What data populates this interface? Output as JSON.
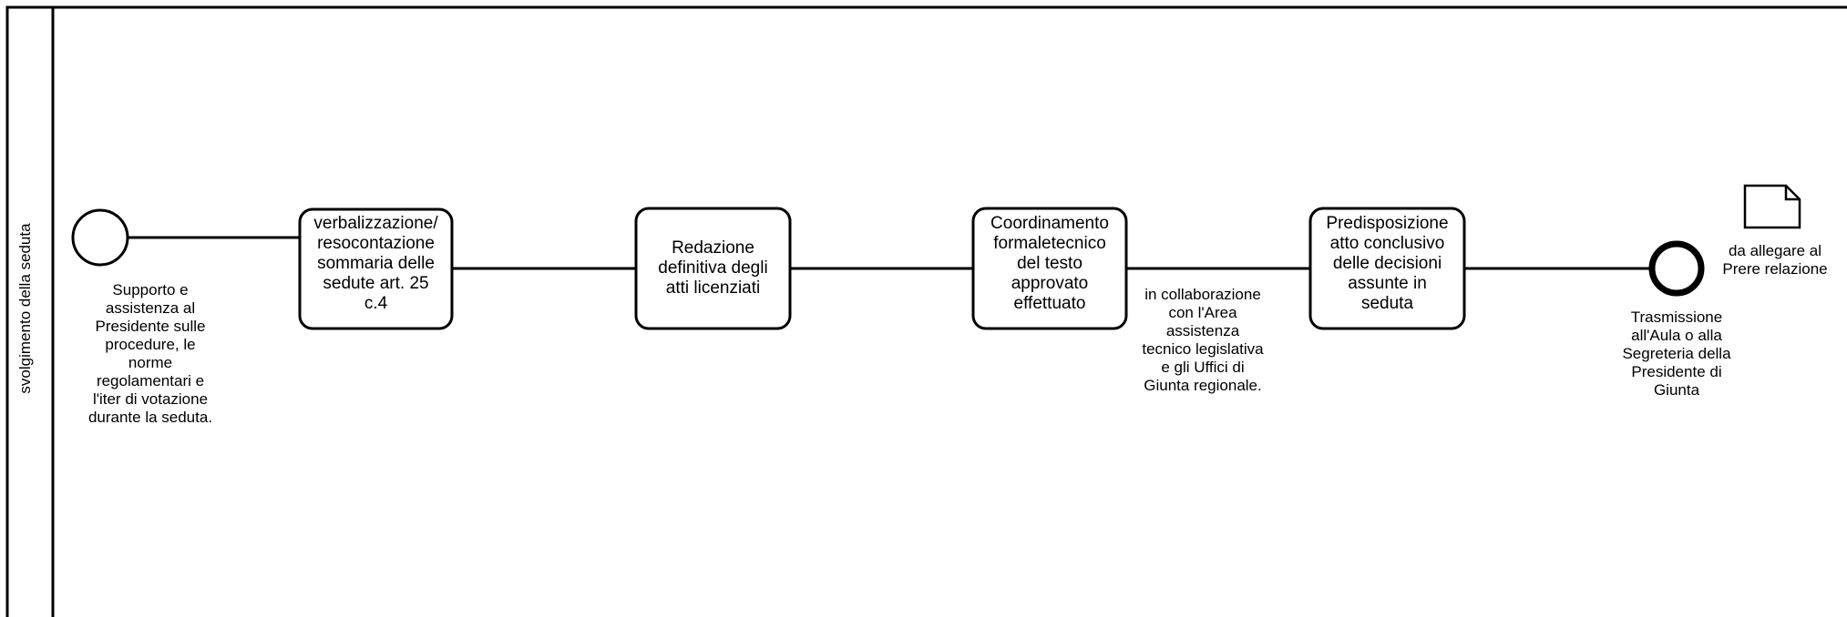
{
  "lane": {
    "label": "svolgimento della seduta"
  },
  "start_event": {
    "label": "Supporto e\nassistenza al\nPresidente sulle\nprocedure, le\nnorme\nregolamentari e\nl'iter di votazione\ndurante la seduta."
  },
  "tasks": [
    {
      "label": "verbalizzazione/\nresocontazione\nsommaria delle\nsedute art. 25\nc.4"
    },
    {
      "label": "Redazione\ndefinitiva degli\natti licenziati"
    },
    {
      "label": "Coordinamento\nformaletecnico\ndel testo\napprovato\neffettuato"
    },
    {
      "label": "Predisposizione\natto conclusivo\ndelle decisioni\nassunte in\nseduta"
    }
  ],
  "annotation": {
    "label": "in collaborazione\ncon l'Area\nassistenza\ntecnico legislativa\ne gli Uffici di\nGiunta regionale."
  },
  "end_event": {
    "label": "Trasmissione\nall'Aula o alla\nSegreteria della\nPresidente di\nGiunta"
  },
  "data_object": {
    "label": "da allegare al\nPrere relazione"
  }
}
